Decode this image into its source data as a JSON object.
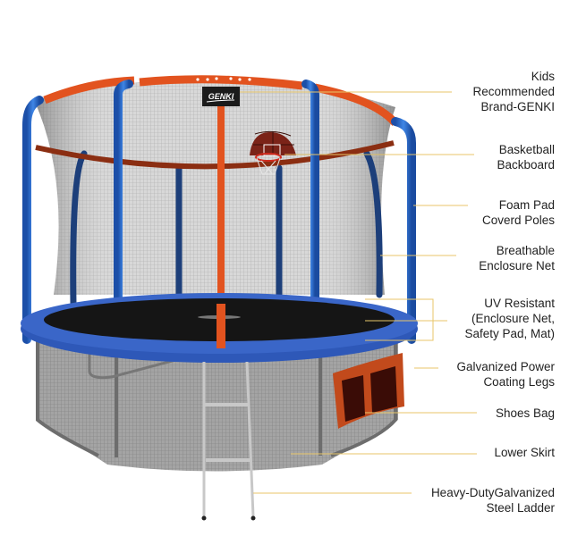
{
  "product": {
    "brand": "GENKI",
    "colors": {
      "poles": "#2f6fd0",
      "top_ring": "#e2531f",
      "center_pole": "#e2531f",
      "safety_pad": "#2e58b8",
      "mat": "#151515",
      "net": "#c9c9c9",
      "skirt": "#8a8a8a",
      "shoes_bag": "#c24a1c",
      "callout_line": "#e8c66a",
      "label_text": "#222222"
    }
  },
  "callouts": [
    {
      "id": "brand",
      "text": "Kids\nRecommended\nBrand-GENKI"
    },
    {
      "id": "backboard",
      "text": "Basketball\nBackboard"
    },
    {
      "id": "poles",
      "text": "Foam Pad\nCoverd Poles"
    },
    {
      "id": "net",
      "text": "Breathable\nEnclosure Net"
    },
    {
      "id": "uv",
      "text": "UV Resistant\n(Enclosure Net,\nSafety Pad, Mat)"
    },
    {
      "id": "legs",
      "text": "Galvanized Power\nCoating Legs"
    },
    {
      "id": "bag",
      "text": "Shoes Bag"
    },
    {
      "id": "skirt",
      "text": "Lower Skirt"
    },
    {
      "id": "ladder",
      "text": "Heavy-DutyGalvanized\nSteel Ladder"
    }
  ]
}
